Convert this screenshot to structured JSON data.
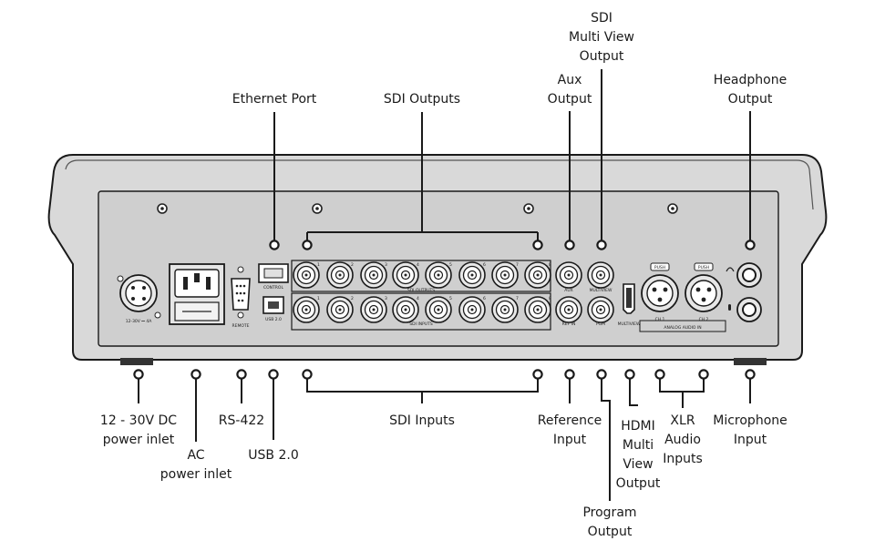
{
  "diagram": {
    "labels": {
      "ethernet_port": [
        "Ethernet Port"
      ],
      "sdi_outputs": [
        "SDI Outputs"
      ],
      "aux_output": [
        "Aux",
        "Output"
      ],
      "sdi_multiview_output": [
        "SDI",
        "Multi View",
        "Output"
      ],
      "headphone_output": [
        "Headphone",
        "Output"
      ],
      "power_dc": [
        "12 - 30V DC",
        "power inlet"
      ],
      "ac_power": [
        "AC",
        "power inlet"
      ],
      "rs422": [
        "RS-422"
      ],
      "usb": [
        "USB 2.0"
      ],
      "sdi_inputs": [
        "SDI Inputs"
      ],
      "reference_input": [
        "Reference",
        "Input"
      ],
      "hdmi_multiview_output": [
        "HDMI",
        "Multi",
        "View",
        "Output"
      ],
      "program_output": [
        "Program",
        "Output"
      ],
      "xlr_audio_inputs": [
        "XLR",
        "Audio",
        "Inputs"
      ],
      "microphone_input": [
        "Microphone",
        "Input"
      ]
    },
    "panel_text": {
      "control": "CONTROL",
      "remote": "REMOTE",
      "usb": "USB 2.0",
      "sdi_outputs": "SDI OUTPUTS",
      "sdi_inputs": "SDI INPUTS",
      "aux": "AUX",
      "multiview": "MULTIVIEW",
      "ref_in": "REF IN",
      "pgm": "PGM",
      "hdmi_multiview": "MULTIVIEW",
      "push": "PUSH",
      "ch1": "CH 1",
      "ch2": "CH 2",
      "analog_audio_in": "ANALOG AUDIO IN",
      "power_spec": "12-30V ⎓ 4A",
      "port_numbers": [
        "1",
        "2",
        "3",
        "4",
        "5",
        "6",
        "7",
        "8"
      ]
    }
  }
}
